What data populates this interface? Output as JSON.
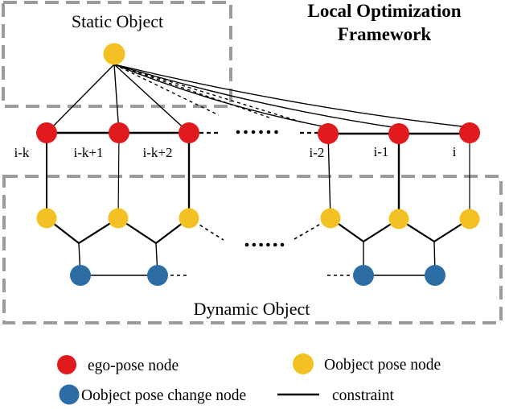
{
  "title": {
    "line1": "Local Optimization",
    "line2": "Framework"
  },
  "regions": {
    "static_label": "Static Object",
    "dynamic_label": "Dynamic Object"
  },
  "graph": {
    "ego_labels": [
      "i-k",
      "i-k+1",
      "i-k+2",
      "i-2",
      "i-1",
      "i"
    ],
    "node_types": [
      "ego-pose node",
      "Oobject pose node",
      "Oobject pose change node"
    ],
    "omitted_nodes_ellipsis": "......"
  },
  "legend": {
    "ego": {
      "label": "ego-pose node"
    },
    "object": {
      "label": "Oobject pose node"
    },
    "object_change": {
      "label": "Oobject pose change node"
    },
    "constraint": {
      "label": "constraint"
    }
  },
  "colors": {
    "ego_pose": "#e01a1d",
    "object_pose": "#f3c124",
    "object_pose_change": "#2d6da5",
    "border_gray": "#9c9c9c",
    "line_black": "#000000",
    "background": "#ffffff"
  }
}
